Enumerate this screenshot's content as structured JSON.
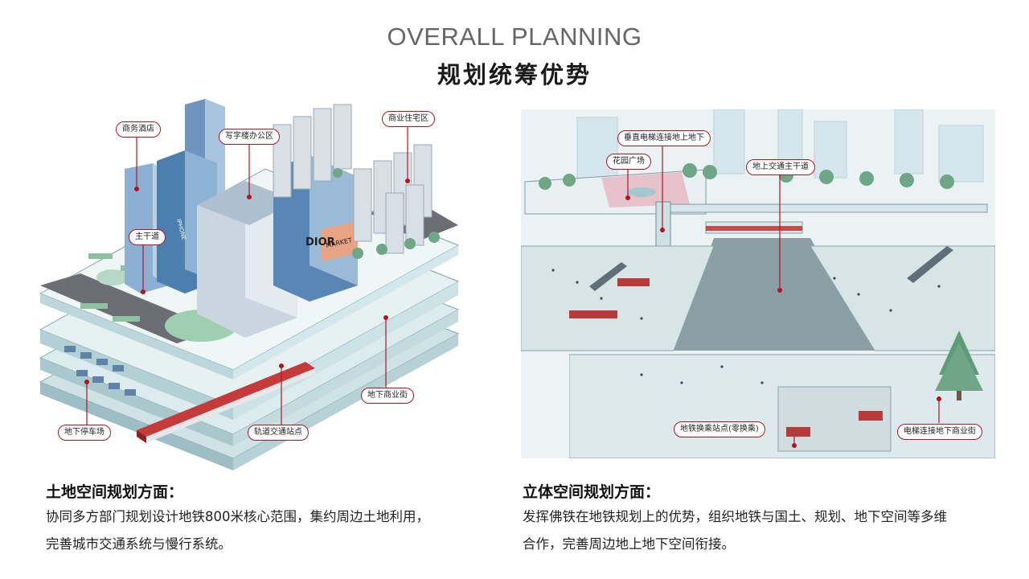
{
  "header": {
    "title_en": "OVERALL PLANNING",
    "title_zh": "规划统筹优势"
  },
  "left_illustration": {
    "callouts": {
      "hotel": "商务酒店",
      "office": "写字楼办公区",
      "residential": "商业住宅区",
      "main_road": "主干道",
      "underground_street": "地下商业街",
      "parking": "地下停车场",
      "rail_station": "轨道交通站点"
    },
    "signs": {
      "dior": "DIOR",
      "market": "MARKET",
      "iphone": "IPHONE"
    }
  },
  "right_illustration": {
    "callouts": {
      "elevator": "垂直电梯连接地上地下",
      "garden": "花园广场",
      "surface_road": "地上交通主干道",
      "metro_transfer": "地铁换乘站点(零换乘)",
      "escalator_link": "电梯连接地下商业街"
    }
  },
  "sections": {
    "left": {
      "title": "土地空间规划方面：",
      "line1": "协同多方部门规划设计地铁800米核心范围，集约周边土地利用，",
      "line2": "完善城市交通系统与慢行系统。"
    },
    "right": {
      "title": "立体空间规划方面：",
      "line1": "发挥佛铁在地铁规划上的优势，组织地铁与国土、规划、地下空间等多维",
      "line2": "合作，完善周边地上地下空间衔接。"
    }
  },
  "colors": {
    "accent_red": "#b0151f",
    "building_blue": "#6f95bf",
    "platform": "#dcebed",
    "tree_green": "#5e9b77"
  }
}
